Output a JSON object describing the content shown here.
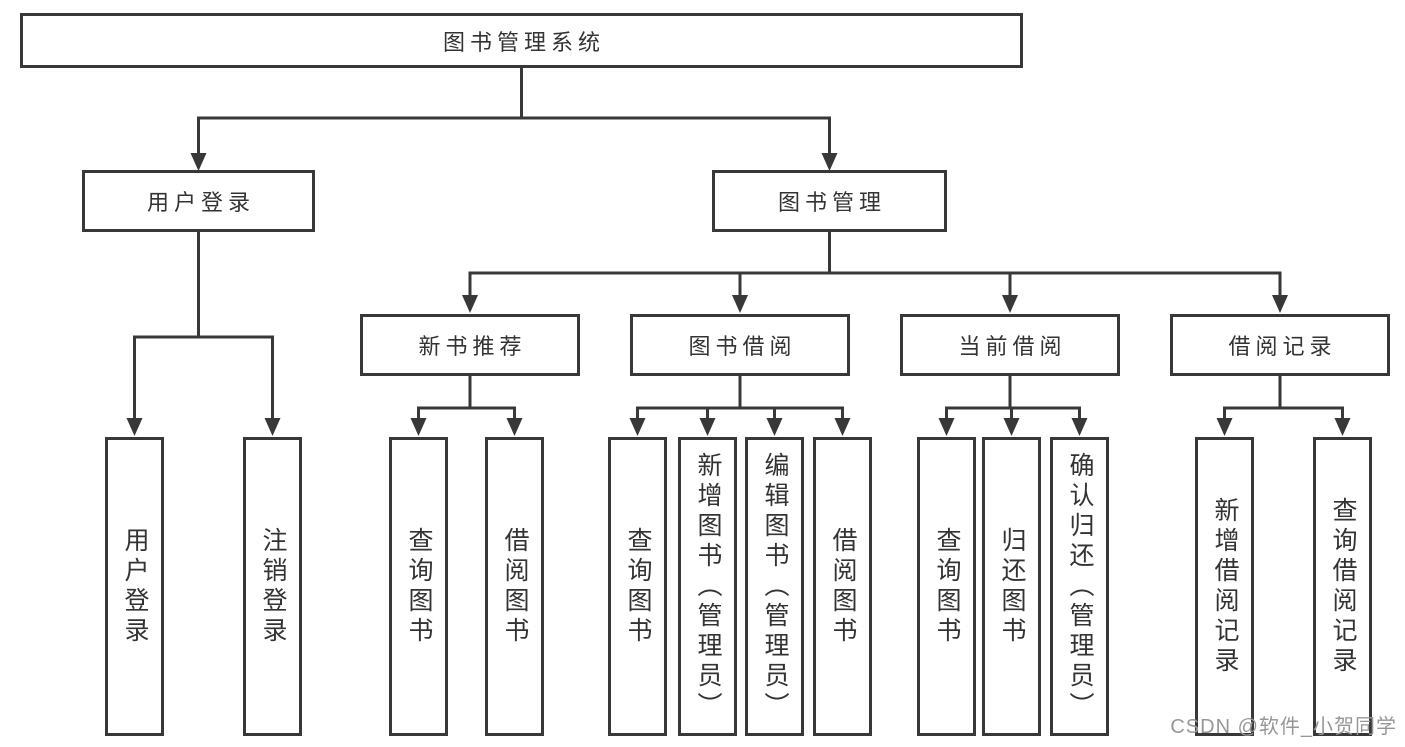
{
  "tree": {
    "root": {
      "label": "图书管理系统"
    },
    "children": [
      {
        "label": "用户登录",
        "children": [
          {
            "label": "用户登录"
          },
          {
            "label": "注销登录"
          }
        ]
      },
      {
        "label": "图书管理",
        "children": [
          {
            "label": "新书推荐",
            "children": [
              {
                "label": "查询图书"
              },
              {
                "label": "借阅图书"
              }
            ]
          },
          {
            "label": "图书借阅",
            "children": [
              {
                "label": "查询图书"
              },
              {
                "label": "新增图书（管理员）"
              },
              {
                "label": "编辑图书（管理员）"
              },
              {
                "label": "借阅图书"
              }
            ]
          },
          {
            "label": "当前借阅",
            "children": [
              {
                "label": "查询图书"
              },
              {
                "label": "归还图书"
              },
              {
                "label": "确认归还（管理员）"
              }
            ]
          },
          {
            "label": "借阅记录",
            "children": [
              {
                "label": "新增借阅记录"
              },
              {
                "label": "查询借阅记录"
              }
            ]
          }
        ]
      }
    ]
  },
  "watermark": {
    "text": "CSDN @软件_小贺同学"
  },
  "colors": {
    "line": "#383838",
    "text": "#333333",
    "watermark": "#979797",
    "box_background": "#ffffff",
    "page_background": "#ffffff"
  }
}
